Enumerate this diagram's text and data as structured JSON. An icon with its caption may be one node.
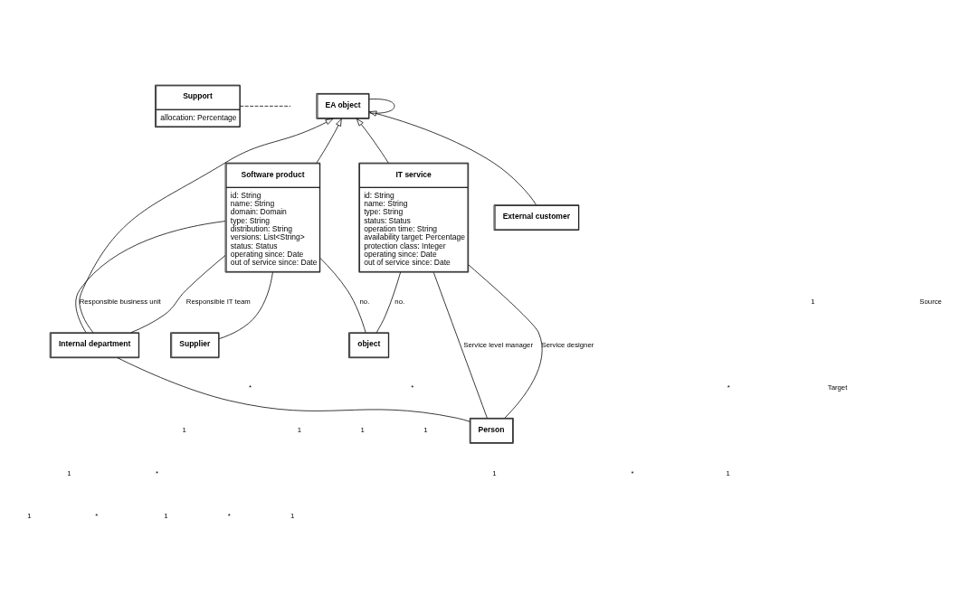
{
  "diagram": {
    "nodes": [
      {
        "text": [
          "Support",
          "allocation: Percentage"
        ]
      },
      {
        "text": [
          "EA object"
        ]
      },
      {
        "text": [
          "IT service",
          "id: String",
          "name: String",
          "type: String",
          "status: Status",
          "operation time: String",
          "availability target: Percentage",
          "protection class: Integer",
          "operating since: Date",
          "out of service since: Date"
        ]
      },
      {
        "text": [
          "Software product",
          "id: String",
          "name: String",
          "domain: Domain",
          "type: String",
          "distribution: String",
          "versions: List<String>",
          "status: Status",
          "operating since: Date",
          "out of service since: Date"
        ]
      },
      {
        "text": [
          "Internal department"
        ]
      },
      {
        "text": [
          "External customer"
        ]
      },
      {
        "text": [
          "Person"
        ]
      },
      {
        "text": [
          "object"
        ]
      },
      {
        "text": [
          "Supplier"
        ]
      }
    ],
    "edges": [
      {
        "from": 1,
        "to": 1,
        "arrow": "none"
      },
      {
        "from": 0,
        "to": null,
        "arrow": "none",
        "style": "dashed"
      },
      {
        "from": 2,
        "to": 1,
        "arrow": "to"
      },
      {
        "from": 3,
        "to": 1,
        "arrow": "to"
      },
      {
        "from": 4,
        "to": 1,
        "arrow": "to"
      },
      {
        "from": 5,
        "to": 1,
        "arrow": "to"
      },
      {
        "from": 3,
        "to": 4,
        "label": "Responsible business unit",
        "arrow": "none"
      },
      {
        "from": 3,
        "to": 4,
        "label": "Responsible IT team",
        "arrow": "none"
      },
      {
        "from": 2,
        "to": 7,
        "label": "no.",
        "arrow": "none"
      },
      {
        "from": 2,
        "to": 6,
        "label": "Service level manager",
        "arrow": "none"
      },
      {
        "from": 2,
        "to": 6,
        "label": "Service designer",
        "arrow": "none"
      },
      {
        "from": 3,
        "to": 7,
        "label": "no.",
        "arrow": "none"
      },
      {
        "from": 3,
        "to": 8,
        "arrow": "none"
      },
      {
        "from": 4,
        "to": 6,
        "arrow": "none"
      }
    ],
    "labels": [
      "1",
      "Target",
      "1",
      "Source",
      "*",
      "1",
      "*",
      "1",
      "1",
      "*",
      "*",
      "1",
      "1",
      "1",
      "*",
      "1",
      "1",
      "1",
      "*",
      "*"
    ]
  }
}
